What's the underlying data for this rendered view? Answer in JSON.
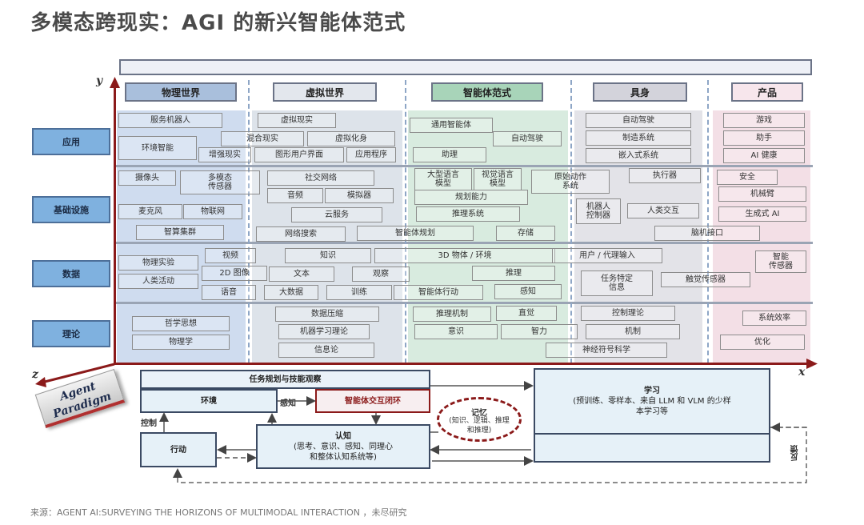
{
  "title": "多模态跨现实：AGI 的新兴智能体范式",
  "axes": {
    "y": "y",
    "x": "x",
    "z": "z"
  },
  "columns": [
    "物理世界",
    "虚拟世界",
    "智能体范式",
    "具身",
    "产品"
  ],
  "rows": [
    "应用",
    "基础设施",
    "数据",
    "理论"
  ],
  "cells": {
    "physical": {
      "app": [
        "服务机器人",
        "环境智能",
        "增强现实"
      ],
      "infra": [
        "摄像头",
        "多模态\n传感器",
        "麦克风",
        "物联网",
        "智算集群"
      ],
      "data": [
        "物理实验",
        "人类活动",
        "视频",
        "2D 图像",
        "语音"
      ],
      "theory": [
        "哲学思想",
        "物理学"
      ]
    },
    "virtual": {
      "app": [
        "虚拟现实",
        "混合现实",
        "虚拟化身",
        "图形用户界面",
        "应用程序"
      ],
      "infra": [
        "社交网络",
        "音频",
        "模拟器",
        "云服务",
        "网络搜索"
      ],
      "data": [
        "知识",
        "文本",
        "观察",
        "大数据",
        "训练"
      ],
      "theory": [
        "数据压缩",
        "机器学习理论",
        "信息论"
      ]
    },
    "agent": {
      "app": [
        "通用智能体",
        "自动驾驶",
        "助理"
      ],
      "infra": [
        "大型语言\n模型",
        "视觉语言\n模型",
        "原始动作\n系统",
        "规划能力",
        "推理系统",
        "智能体规划",
        "存储"
      ],
      "data": [
        "3D 物体 / 环境",
        "推理",
        "智能体行动",
        "感知"
      ],
      "theory": [
        "推理机制",
        "直觉",
        "意识",
        "智力"
      ]
    },
    "embodied": {
      "app": [
        "自动驾驶",
        "制造系统",
        "嵌入式系统"
      ],
      "infra": [
        "执行器",
        "机器人\n控制器",
        "人类交互",
        "脑机接口"
      ],
      "data": [
        "用户 / 代理输入",
        "任务特定\n信息",
        "触觉传感器"
      ],
      "theory": [
        "控制理论",
        "机制",
        "神经符号科学"
      ]
    },
    "product": {
      "app": [
        "游戏",
        "助手",
        "AI 健康"
      ],
      "infra": [
        "安全",
        "机械臂",
        "生成式 AI"
      ],
      "data": [
        "智能\n传感器"
      ],
      "theory": [
        "系统效率",
        "优化"
      ]
    }
  },
  "paradigm": {
    "badge_line1": "Agent",
    "badge_line2": "Paradigm",
    "task_planning": "任务规划与技能观察",
    "environment": "环境",
    "perception": "感知",
    "closed_loop": "智能体交互闭环",
    "memory_title": "记忆",
    "memory_desc": "(知识、逻辑、推理\n和推理)",
    "learning_title": "学习",
    "learning_desc": "(预训练、零样本、来自 LLM 和 VLM 的少样\n本学习等",
    "control": "控制",
    "action": "行动",
    "cognition_title": "认知",
    "cognition_desc": "(思考、意识、感知、同理心\n和整体认知系统等)",
    "feedback": "反馈"
  },
  "source": "来源：AGENT AI:SURVEYING THE HORIZONS OF MULTIMODAL INTERACTION ，未尽研究",
  "colors": {
    "physical": "#cfdcef",
    "virtual": "#dde3ea",
    "agent": "#d8ebdf",
    "embodied": "#e3e3e8",
    "product": "#f3dfe6",
    "axis": "#8b1a1a",
    "row_label": "#7fb1df"
  }
}
